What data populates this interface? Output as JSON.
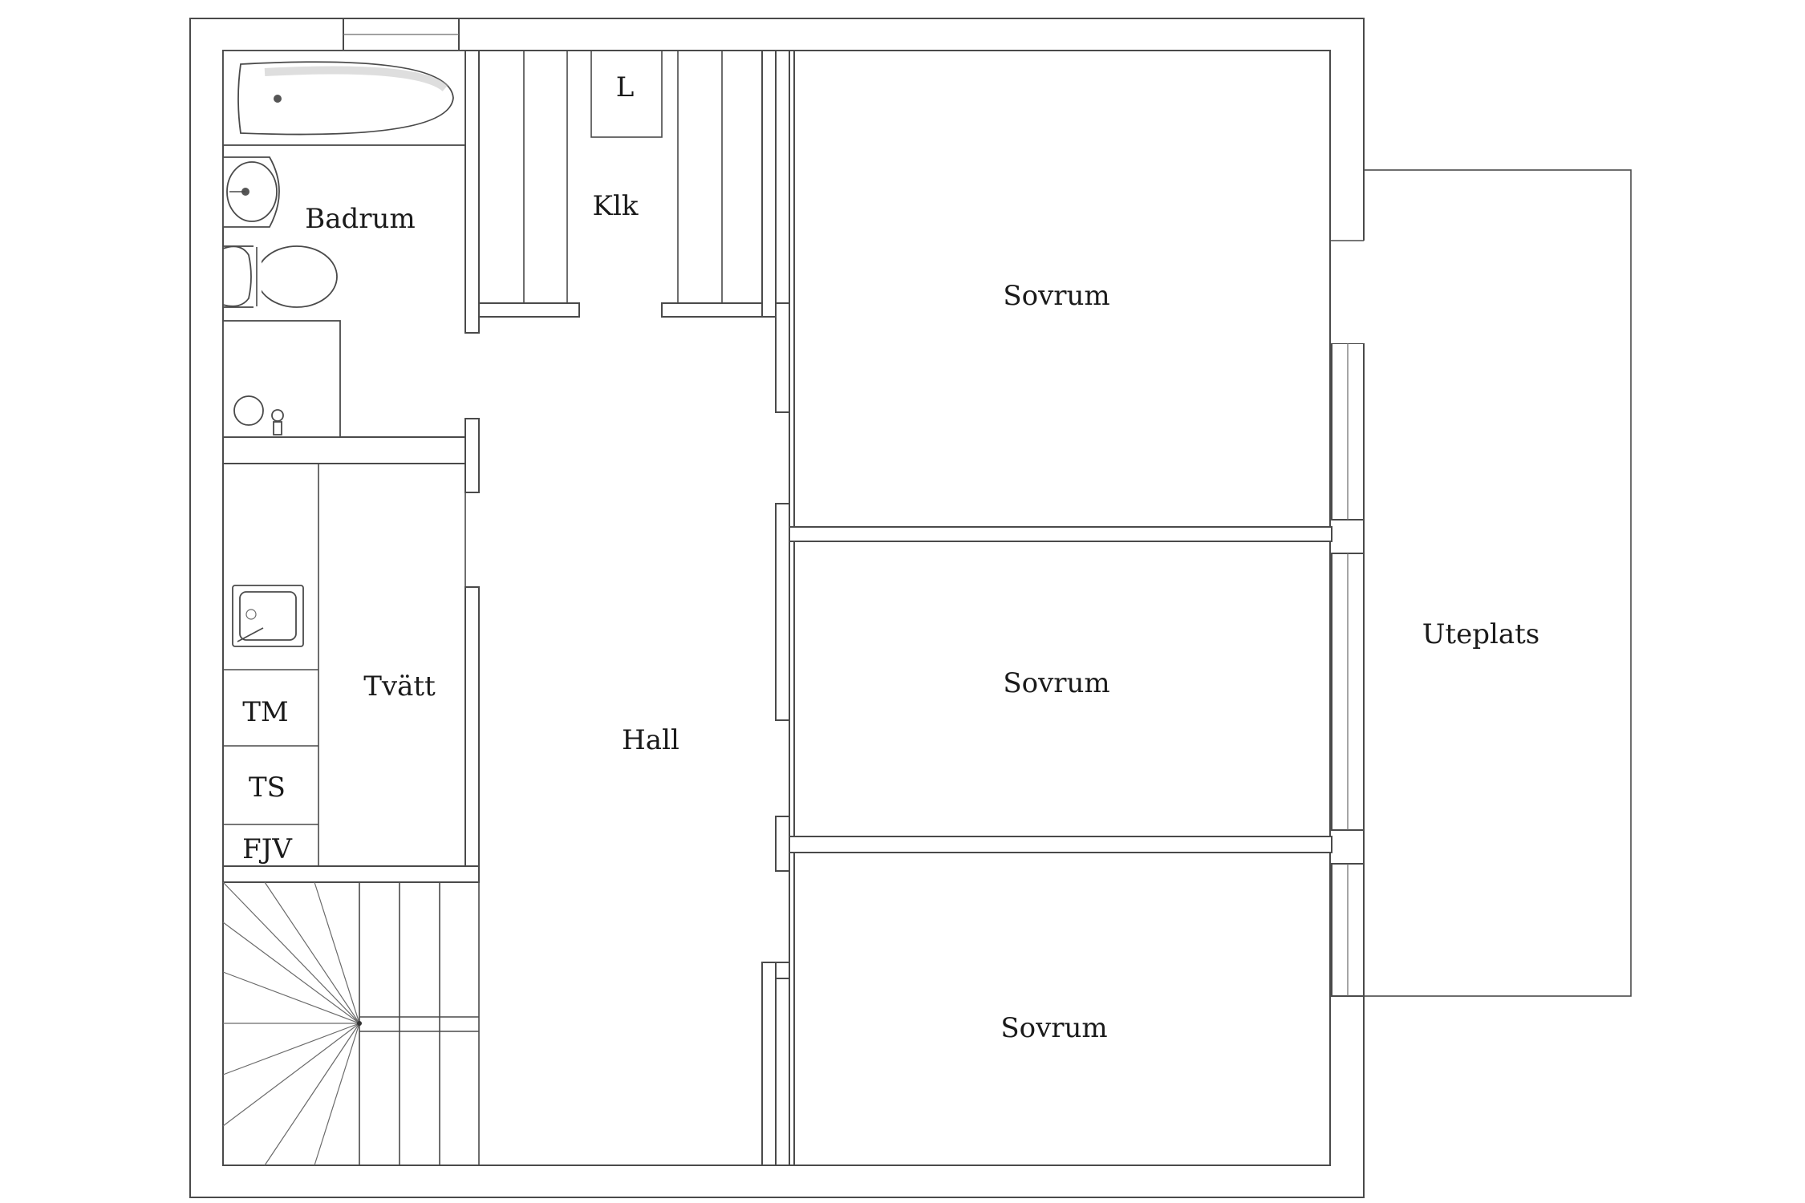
{
  "floor_plan": {
    "rooms": {
      "badrum": "Badrum",
      "klk": "Klk",
      "l": "L",
      "sovrum_1": "Sovrum",
      "sovrum_2": "Sovrum",
      "sovrum_3": "Sovrum",
      "tvatt": "Tvätt",
      "tm": "TM",
      "ts": "TS",
      "fjv": "FJV",
      "hall": "Hall",
      "uteplats": "Uteplats"
    }
  }
}
